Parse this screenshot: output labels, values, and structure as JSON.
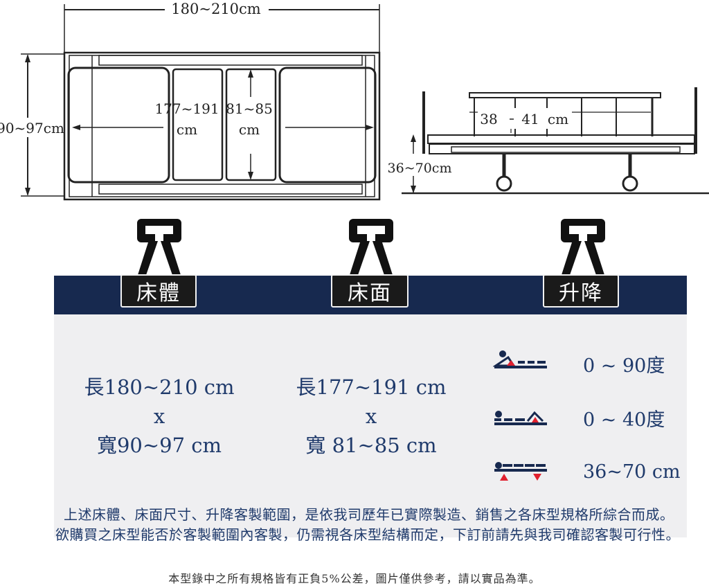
{
  "top_view": {
    "length_label": "180~210cm",
    "width_label": "90~97cm",
    "mattress_length_label_1": "177~191",
    "mattress_length_label_2": "cm",
    "mattress_width_label_1": "81~85",
    "mattress_width_label_2": "cm"
  },
  "side_view": {
    "rail_height_a": "38",
    "rail_height_b": "41",
    "rail_height_unit": "cm",
    "lift_range_label": "36~70cm"
  },
  "tabs": {
    "frame": "床體",
    "surface": "床面",
    "lift": "升降"
  },
  "specs": {
    "frame": {
      "length": "長180~210 cm",
      "x": "x",
      "width": "寬90~97 cm"
    },
    "surface": {
      "length": "長177~191 cm",
      "x": "x",
      "width": "寬 81~85 cm"
    }
  },
  "lift": {
    "back": "0 ~ 90度",
    "knee": "0 ~ 40度",
    "height": "36~70 cm"
  },
  "notes": {
    "line1": "上述床體、床面尺寸、升降客製範圍，是依我司歷年已實際製造、銷售之各床型規格所綜合而成。",
    "line2": "欲購買之床型能否於客製範圍內客製，仍需視各床型結構而定，下訂前請先與我司確認客製可行性。"
  },
  "footer": "本型錄中之所有規格皆有正負5%公差，圖片僅供參考，請以實品為準。",
  "colors": {
    "navy": "#17294f",
    "text": "#1f3a6b",
    "panel": "#efeff1",
    "accent": "#e0202e"
  }
}
